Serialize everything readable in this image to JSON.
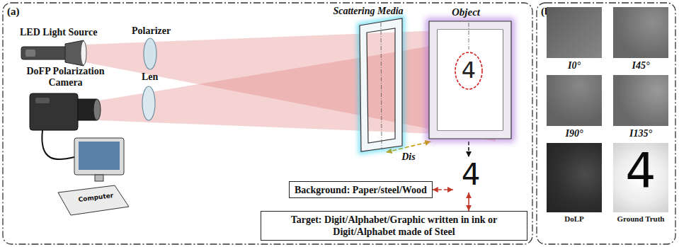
{
  "diagram": {
    "nodes": [
      {
        "text": [
          "(a)"
        ]
      },
      {
        "text": [
          "Scattering Media"
        ],
        "in": 0
      },
      {
        "text": [
          "Object",
          "4"
        ],
        "in": 0
      },
      {
        "text": [
          "4"
        ],
        "in": 0
      },
      {
        "text": [
          "Background: Paper/steel/Wood"
        ],
        "in": 0
      },
      {
        "text": [
          "Target: Digit/Alphabet/Graphic written in ink or Digit/Alphabet made of Steel"
        ],
        "in": 0
      },
      {
        "text": [
          "(b)"
        ]
      },
      {
        "text": [
          "I0°"
        ],
        "in": 6
      },
      {
        "text": [
          "I45°"
        ],
        "in": 6
      },
      {
        "text": [
          "I90°"
        ],
        "in": 6
      },
      {
        "text": [
          "I135°"
        ],
        "in": 6
      },
      {
        "text": [
          "DoLP"
        ],
        "in": 6
      },
      {
        "text": [
          "Ground Truth",
          "4"
        ],
        "in": 6
      }
    ],
    "edges": [
      {
        "from": 2,
        "to": 3,
        "arrow": "to"
      },
      {
        "from": 1,
        "to": 2,
        "label": "Dis",
        "arrow": "both"
      },
      {
        "from": 4,
        "to": 3,
        "arrow": "both"
      },
      {
        "from": 5,
        "to": 3,
        "arrow": "both"
      }
    ],
    "labels": [
      "LED Light Source",
      "Polarizer",
      "DoFP Polarization Camera",
      "Len",
      "Computer"
    ]
  }
}
